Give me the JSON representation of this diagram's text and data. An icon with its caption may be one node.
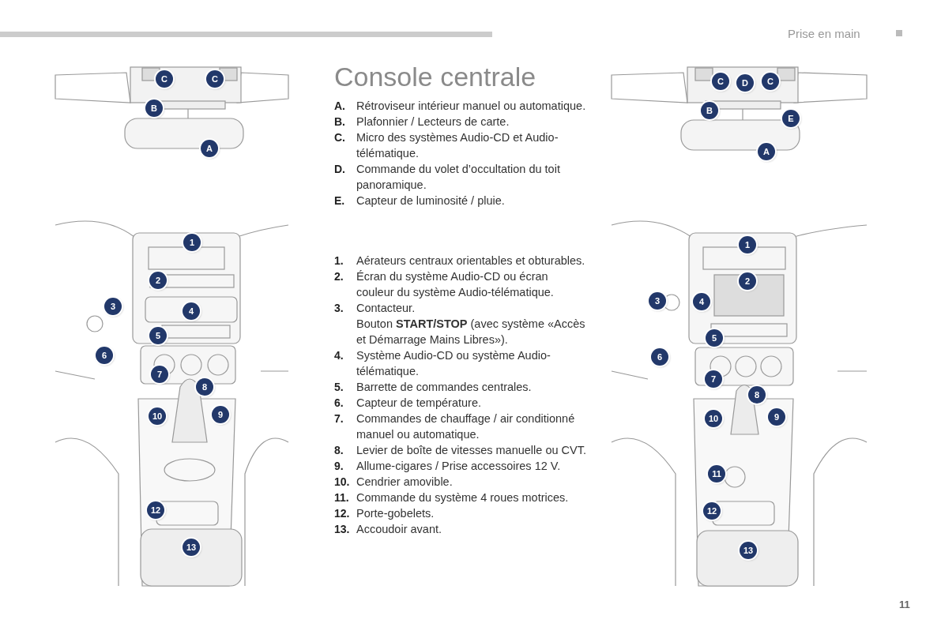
{
  "diagram": {
    "title": "Console centrale",
    "labels": [
      "Prise en main",
      "C",
      "C",
      "B",
      "A",
      "C",
      "D",
      "C",
      "B",
      "E",
      "A",
      "A.",
      "Rétroviseur intérieur manuel ou automatique.",
      "B.",
      "Plafonnier / Lecteurs de carte.",
      "C.",
      "Micro des systèmes Audio-CD et Audio-télématique.",
      "D.",
      "Commande du volet d’occultation du toit panoramique.",
      "E.",
      "Capteur de luminosité / pluie.",
      "1.",
      "Aérateurs centraux orientables et obturables.",
      "2.",
      "Écran du système Audio-CD ou écran couleur du système Audio-télématique.",
      "3.",
      "Contacteur.",
      "Bouton **START/STOP** (avec système «Accès et Démarrage Mains Libres»).",
      "4.",
      "Système Audio-CD ou système Audio-télématique.",
      "5.",
      "Barrette de commandes centrales.",
      "6.",
      "Capteur de température.",
      "7.",
      "Commandes de chauffage / air conditionné manuel ou automatique.",
      "8.",
      "Levier de boîte de vitesses manuelle ou CVT.",
      "9.",
      "Allume-cigares / Prise accessoires 12 V.",
      "10.",
      "Cendrier amovible.",
      "11.",
      "Commande du système 4 roues motrices.",
      "12.",
      "Porte-gobelets.",
      "13.",
      "Accoudoir avant.",
      "1",
      "2",
      "3",
      "4",
      "5",
      "6",
      "7",
      "8",
      "10",
      "9",
      "12",
      "13",
      "1",
      "2",
      "3",
      "4",
      "5",
      "6",
      "7",
      "8",
      "10",
      "9",
      "11",
      "12",
      "13",
      "11"
    ]
  }
}
